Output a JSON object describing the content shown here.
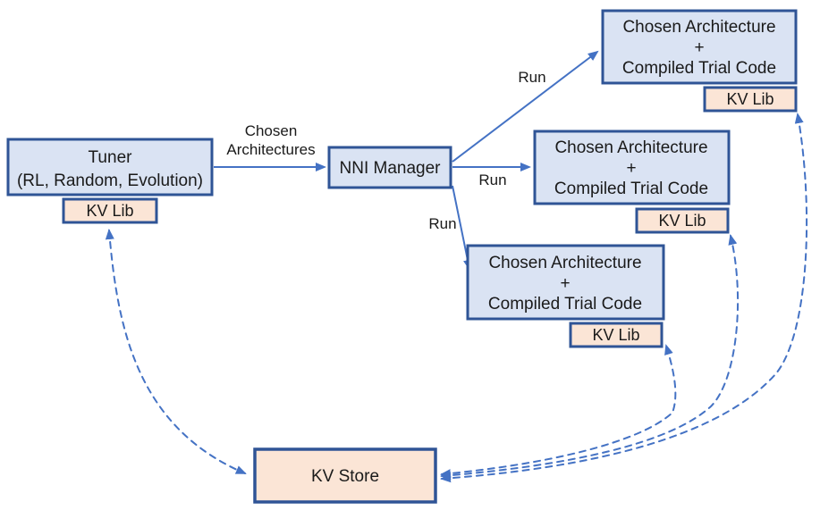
{
  "diagram": {
    "description": "NNI architecture diagram: Tuner feeds chosen architectures to NNI Manager, which runs three trials (Chosen Architecture + Compiled Trial Code), each with a KV Lib communicating with a central KV Store."
  },
  "colors": {
    "trial_node_fill": "#dae3f3",
    "kv_node_fill": "#fbe5d6",
    "node_border": "#2f5496",
    "arrow": "#4472c4",
    "text": "#1a1a1a",
    "background": "#ffffff"
  },
  "nodes": {
    "tuner": {
      "line1": "Tuner",
      "line2": "(RL, Random, Evolution)"
    },
    "tuner_kv_lib": {
      "label": "KV Lib"
    },
    "nni_manager": {
      "label": "NNI Manager"
    },
    "trial_top": {
      "line1": "Chosen Architecture",
      "line2": "+",
      "line3": "Compiled Trial Code"
    },
    "trial_top_kv_lib": {
      "label": "KV Lib"
    },
    "trial_middle": {
      "line1": "Chosen Architecture",
      "line2": "+",
      "line3": "Compiled Trial Code"
    },
    "trial_middle_kv_lib": {
      "label": "KV Lib"
    },
    "trial_bottom": {
      "line1": "Chosen Architecture",
      "line2": "+",
      "line3": "Compiled Trial Code"
    },
    "trial_bottom_kv_lib": {
      "label": "KV Lib"
    },
    "kv_store": {
      "label": "KV Store"
    }
  },
  "edge_labels": {
    "tuner_to_nni_line1": "Chosen",
    "tuner_to_nni_line2": "Architectures",
    "run_top": "Run",
    "run_middle": "Run",
    "run_bottom": "Run"
  }
}
